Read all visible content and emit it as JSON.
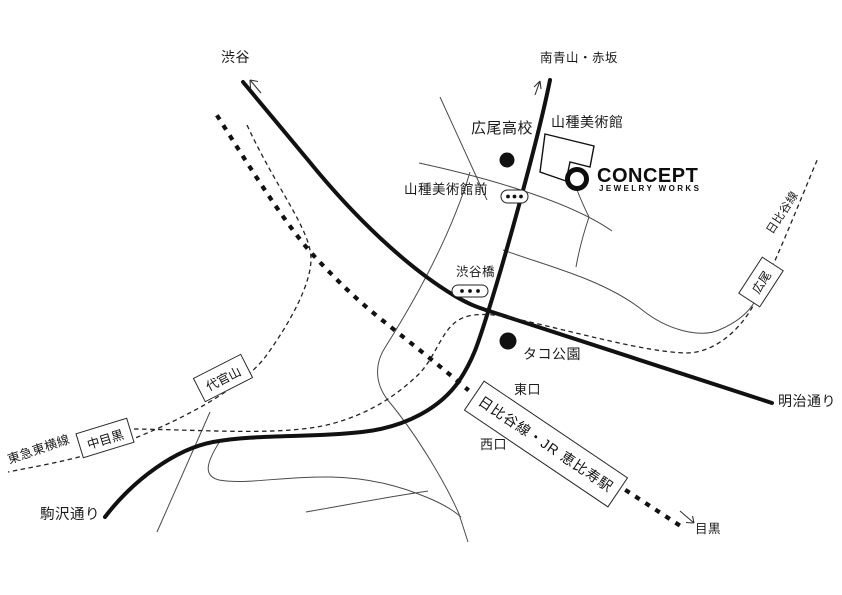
{
  "map": {
    "destinations": {
      "shibuya": "渋谷",
      "minami_aoyama_akasaka": "南青山・赤坂",
      "meguro": "目黒"
    },
    "roads": {
      "meiji_dori": "明治通り",
      "komazawa_dori": "駒沢通り"
    },
    "rail_lines": {
      "hibiya_line": "日比谷線",
      "tokyu_toyoko_line": "東急東横線"
    },
    "stations": {
      "daikanyama": "代官山",
      "naka_meguro": "中目黒",
      "hiroo": "広尾",
      "ebisu": "日比谷線・JR 恵比寿駅"
    },
    "exits": {
      "east": "東口",
      "west": "西口"
    },
    "landmarks": {
      "hiroo_high_school": "広尾高校",
      "yamatane_museum": "山種美術館",
      "tako_park": "タコ公園"
    },
    "bus_stops": {
      "yamatane_museum_mae": "山種美術館前",
      "shibuyabashi": "渋谷橋"
    },
    "logo": {
      "brand": "CONCEPT",
      "tagline": "JEWELRY WORKS"
    }
  },
  "colors": {
    "ink": "#111111",
    "thin_road": "#4a4a4a",
    "background": "#ffffff"
  }
}
